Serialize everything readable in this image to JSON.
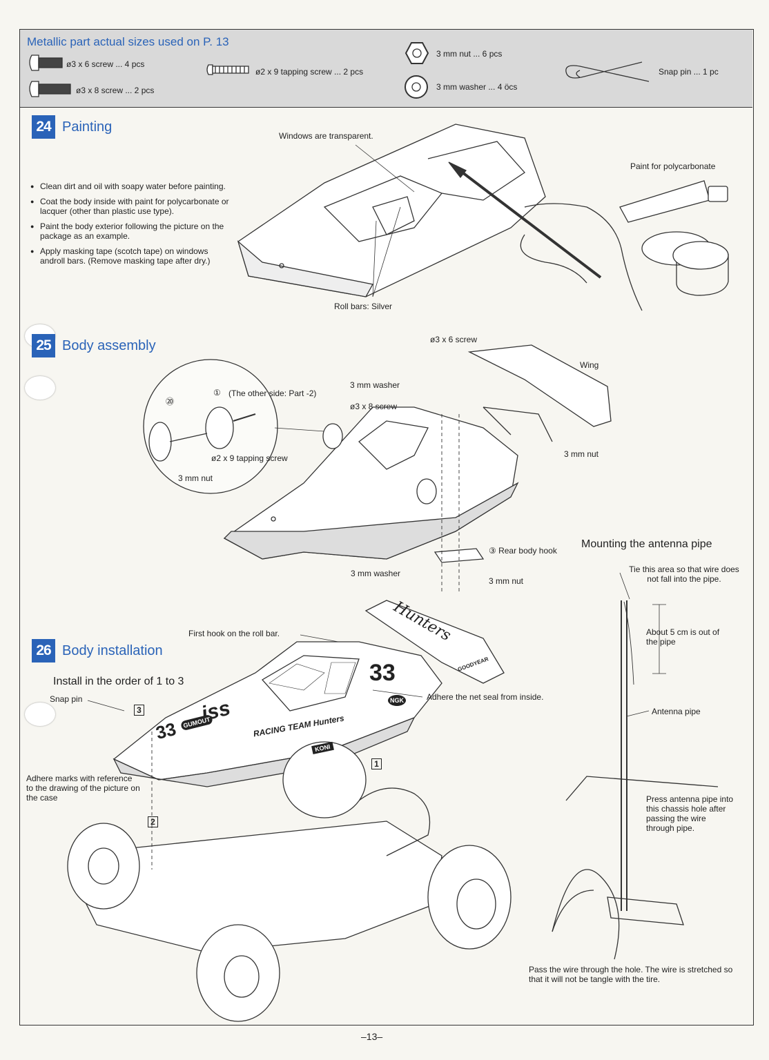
{
  "parts": {
    "title": "Metallic part actual sizes used on P. 13",
    "items": [
      {
        "label": "ø3 x 6 screw ... 4 pcs"
      },
      {
        "label": "ø3 x 8 screw ... 2 pcs"
      },
      {
        "label": "ø2 x 9 tapping screw ... 2 pcs"
      },
      {
        "label": "3 mm nut ... 6 pcs"
      },
      {
        "label": "3 mm washer ... 4 öcs"
      },
      {
        "label": "Snap pin ... 1 pc"
      }
    ]
  },
  "s24": {
    "num": "24",
    "title": "Painting",
    "bullets": [
      "Clean dirt and oil with soapy water before painting.",
      "Coat the body inside with paint for polycarbonate or lacquer (other than plastic use type).",
      "Paint the body exterior following the picture on the package as an example.",
      "Apply masking tape (scotch tape) on windows androll bars. (Remove masking tape after dry.)"
    ],
    "windows": "Windows are transparent.",
    "paint": "Paint for polycarbonate",
    "rollbars": "Roll bars:  Silver"
  },
  "s25": {
    "num": "25",
    "title": "Body assembly",
    "part_num_1": "①",
    "other_side": "(The other side:  Part -2)",
    "part_20": "⑳",
    "tapping": "ø2 x 9 tapping screw",
    "nut_detail": "3 mm nut",
    "screw6": "ø3 x 6 screw",
    "wing": "Wing",
    "washer_top": "3 mm washer",
    "screw8": "ø3 x 8 screw",
    "nut_right": "3 mm nut",
    "rear_hook": "③ Rear body hook",
    "washer_bottom": "3 mm washer",
    "nut_bottom": "3  mm nut"
  },
  "antenna": {
    "title": "Mounting the antenna pipe",
    "tie": "Tie this area so that wire does not fall into the pipe.",
    "about": "About 5 cm is out of the pipe",
    "pipe": "Antenna pipe",
    "press": "Press antenna pipe into this chassis hole after passing the wire through pipe.",
    "pass": "Pass the wire through the hole. The wire is stretched so that it will not be tangle with the tire."
  },
  "s26": {
    "num": "26",
    "title": "Body installation",
    "install": "Install in the order of 1 to 3",
    "snap": "Snap pin",
    "step1": "1",
    "step2": "2",
    "step3": "3",
    "first_hook": "First hook on the roll bar.",
    "adhere_net": "Adhere the net seal from inside.",
    "adhere_marks": "Adhere marks with reference to the drawing of the picture on the case",
    "decal_33": "33",
    "decal_iss": "iss",
    "decal_racing": "RACING TEAM Hunters",
    "decal_hunters": "Hunters",
    "decal_gumout": "GUMOUT",
    "decal_koni": "KONI",
    "decal_ngk": "NGK",
    "decal_goodyear": "GOODYEAR"
  },
  "page_number": "–13–"
}
